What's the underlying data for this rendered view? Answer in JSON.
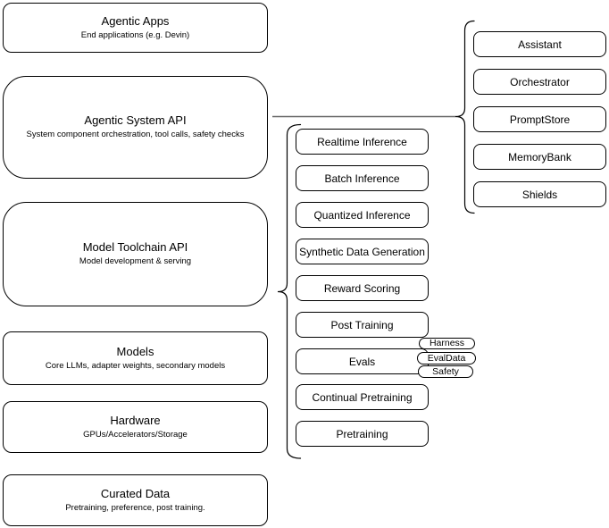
{
  "colors": {
    "stroke": "#000000",
    "connector": "#666666",
    "fill": "#ffffff",
    "text": "#000000"
  },
  "stack": [
    {
      "title": "Agentic Apps",
      "subtitle": "End applications (e.g. Devin)"
    },
    {
      "title": "Agentic System API",
      "subtitle": "System component orchestration, tool calls, safety checks"
    },
    {
      "title": "Model Toolchain API",
      "subtitle": "Model development & serving"
    },
    {
      "title": "Models",
      "subtitle": "Core LLMs, adapter weights, secondary models"
    },
    {
      "title": "Hardware",
      "subtitle": "GPUs/Accelerators/Storage"
    },
    {
      "title": "Curated Data",
      "subtitle": "Pretraining, preference, post training."
    }
  ],
  "toolchain_services": [
    "Realtime Inference",
    "Batch Inference",
    "Quantized Inference",
    "Synthetic Data Generation",
    "Reward Scoring",
    "Post Training",
    "Evals",
    "Continual Pretraining",
    "Pretraining"
  ],
  "eval_components": [
    "Harness",
    "EvalData",
    "Safety"
  ],
  "agentic_components": [
    "Assistant",
    "Orchestrator",
    "PromptStore",
    "MemoryBank",
    "Shields"
  ]
}
